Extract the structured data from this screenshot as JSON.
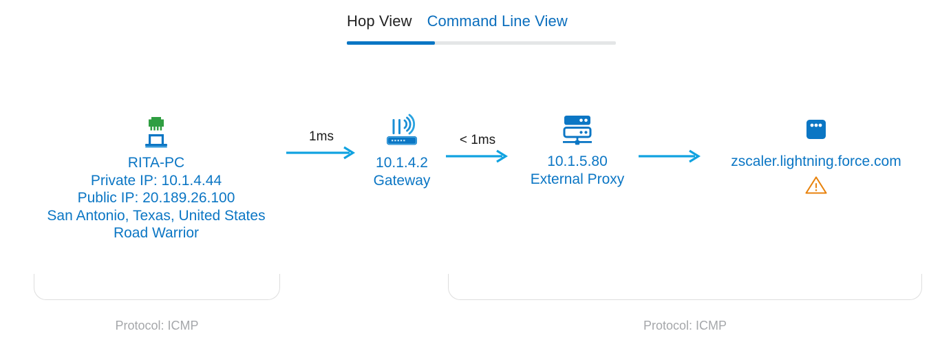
{
  "tabs": [
    {
      "label": "Hop View",
      "active": true
    },
    {
      "label": "Command Line View",
      "active": false
    }
  ],
  "colors": {
    "accent_blue": "#0b76c4",
    "arrow_blue": "#10a2e0",
    "active_tab_text": "#222222",
    "inactive_tab_text": "#0a6ebd",
    "tab_underline_active": "#0b76c4",
    "tab_underline_track": "#e4e6e7",
    "icon_green": "#2f9e41",
    "warning_orange": "#e8820c",
    "caption_gray": "#a5a7aa",
    "bracket_gray": "#dddddd"
  },
  "nodes": [
    {
      "id": "source",
      "icon": "laptop-ethernet-icon",
      "lines": [
        "RITA-PC",
        "Private IP: 10.1.4.44",
        "Public IP: 20.189.26.100",
        "San Antonio, Texas, United States",
        "Road Warrior"
      ]
    },
    {
      "id": "gateway",
      "icon": "wifi-router-icon",
      "lines": [
        "10.1.4.2",
        "Gateway"
      ]
    },
    {
      "id": "external-proxy",
      "icon": "server-stack-icon",
      "lines": [
        "10.1.5.80",
        "External Proxy"
      ]
    },
    {
      "id": "destination",
      "icon": "browser-window-icon",
      "lines": [
        "zscaler.lightning.force.com"
      ],
      "warning": "warning-triangle-icon"
    }
  ],
  "hops": [
    {
      "id": "hop-1",
      "latency": "1ms"
    },
    {
      "id": "hop-2",
      "latency": "< 1ms"
    },
    {
      "id": "hop-3",
      "latency": ""
    }
  ],
  "brackets": [
    {
      "id": "bracket-left",
      "caption": "Protocol: ICMP"
    },
    {
      "id": "bracket-right",
      "caption": "Protocol: ICMP"
    }
  ]
}
